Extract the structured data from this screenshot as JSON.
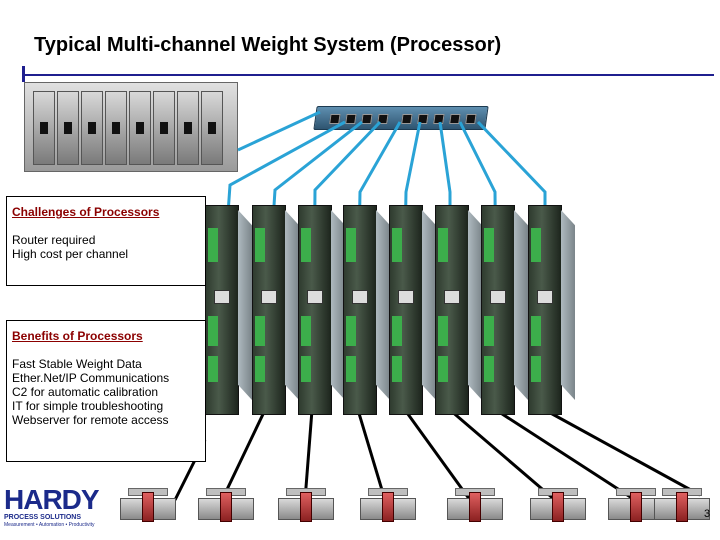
{
  "slide": {
    "title": "Typical Multi-channel Weight System (Processor)",
    "page_number": "3"
  },
  "challenges": {
    "heading": "Challenges of Processors",
    "items": [
      "Router required",
      "High cost per channel"
    ]
  },
  "benefits": {
    "heading": "Benefits of Processors",
    "items": [
      "Fast Stable Weight Data",
      "Ether.Net/IP Communications",
      "C2  for automatic calibration",
      "IT for simple troubleshooting",
      "Webserver for remote access"
    ]
  },
  "logo": {
    "name": "HARDY",
    "subtitle": "PROCESS SOLUTIONS",
    "tagline": "Measurement • Automation • Productivity"
  },
  "colors": {
    "ethernet_wire": "#2aa3d6",
    "load_cell_wire": "#000000",
    "title_rule": "#1f1f8f",
    "heading_text": "#8b0000"
  }
}
